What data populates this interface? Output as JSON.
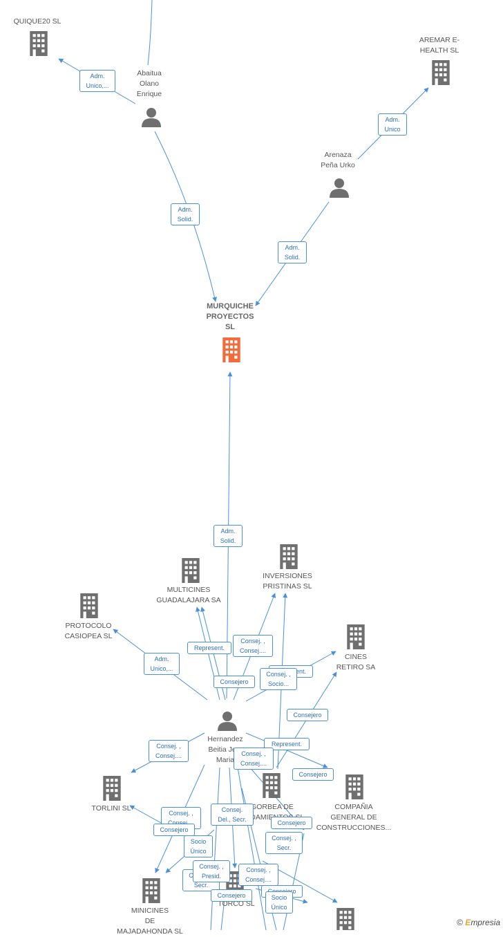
{
  "colors": {
    "edge": "#4a90d9",
    "building": "#6f6f6f",
    "main_building": "#f26b3a",
    "person": "#6f6f6f"
  },
  "nodes": {
    "quique20": "QUIQUE20  SL",
    "aremar_line1": "AREMAR E-",
    "aremar_line2": "HEALTH  SL",
    "abaitua_line1": "Abaitua",
    "abaitua_line2": "Olano",
    "abaitua_line3": "Enrique",
    "arenaza_line1": "Arenaza",
    "arenaza_line2": "Peña Urko",
    "murquiche_line1": "MURQUICHE",
    "murquiche_line2": "PROYECTOS",
    "murquiche_line3": "SL",
    "multicines_line1": "MULTICINES",
    "multicines_line2": "GUADALAJARA SA",
    "inversiones_line1": "INVERSIONES",
    "inversiones_line2": "PRISTINAS  SL",
    "protocolo_line1": "PROTOCOLO",
    "protocolo_line2": "CASIOPEA  SL",
    "cines_line1": "CINES",
    "cines_line2": "RETIRO SA",
    "hernandez_line1": "Hernandez",
    "hernandez_line2": "Beitia Je...",
    "hernandez_line3": "Maria",
    "torlini": "TORLINI SL",
    "gorbea_line1": "GORBEA DE",
    "gorbea_line2": "ANDAMIENTOS SL",
    "compania_line1": "COMPAÑIA",
    "compania_line2": "GENERAL DE",
    "compania_line3": "CONSTRUCCIONES...",
    "minicines_line1": "MINICINES",
    "minicines_line2": "DE",
    "minicines_line3": "MAJADAHONDA SL",
    "torco": "TORCO SL"
  },
  "roles": {
    "r1": "Adm.\nUnico,...",
    "r2": "Adm.\nUnico",
    "r3": "Adm.\nSolid.",
    "r4": "Adm.\nSolid.",
    "r5": "Adm.\nSolid.",
    "r6": "Adm.\nUnico,...",
    "r7": "Represent.",
    "r8": "Consej. ,\nConsej....",
    "r9": "Consejero",
    "r10": "Represent.",
    "r11": "Consej. ,\nSocio...",
    "r12": "Consejero",
    "r13": "Represent.",
    "r14": "Consej. ,\nConsej....",
    "r15": "Consej. ,\nConsej....",
    "r16": "Consejero",
    "r17": "Consej. ,\nConsej....",
    "r18": "Consejero",
    "r19": "Consej.\nDel., Secr.",
    "r20": "Consejero",
    "r21": "Socio\nÚnico",
    "r22": "Consej. ,\nSecr.",
    "r23": "Consej. ,\nSecr.",
    "r24": "Consej. ,\nPresid.",
    "r25": "Consej. ,\nConsej....",
    "r26": "Consejero",
    "r27": "Consejero",
    "r28": "Socio\nÚnico"
  },
  "brand": {
    "symbol": "©",
    "e": "E",
    "rest": "mpresia"
  }
}
